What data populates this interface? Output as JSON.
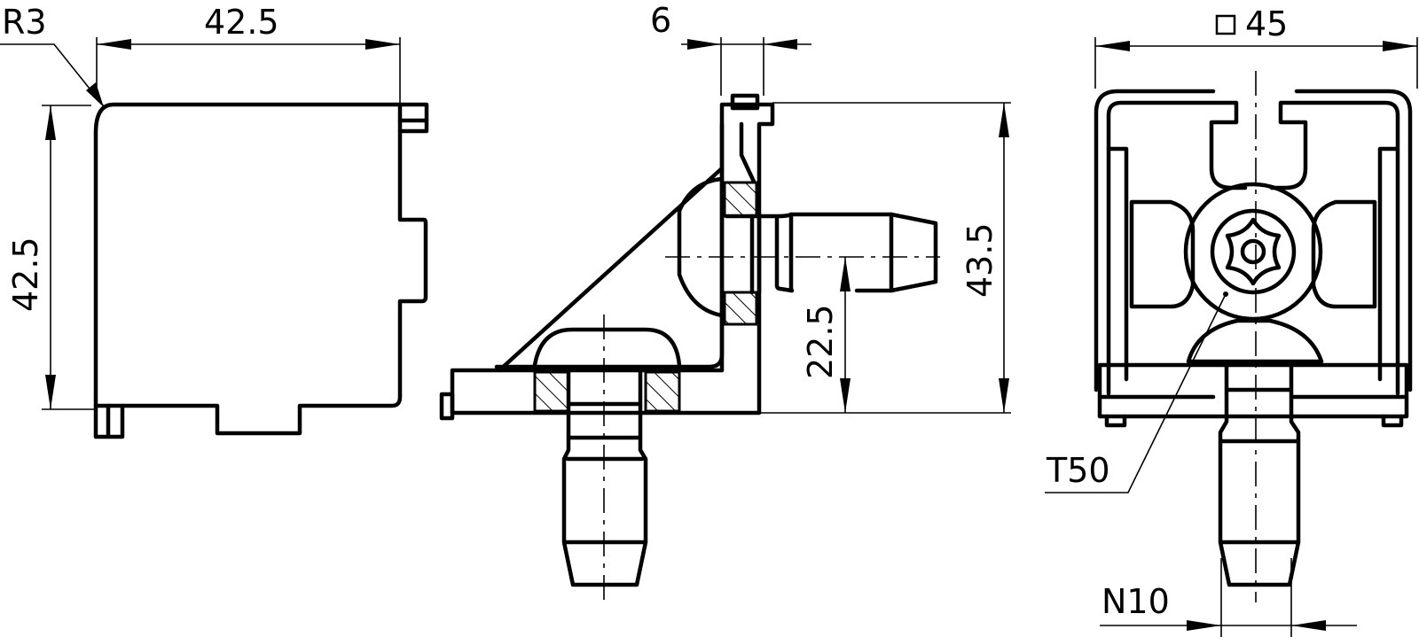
{
  "drawing": {
    "views": [
      {
        "id": "front",
        "label": "front-view"
      },
      {
        "id": "side",
        "label": "side-section-view"
      },
      {
        "id": "end",
        "label": "end-view"
      }
    ],
    "dimensions": {
      "radius": "R3",
      "front_width": "42.5",
      "front_height": "42.5",
      "flange_thickness": "6",
      "pin_height": "22.5",
      "side_height": "43.5",
      "profile_size_symbol": "□",
      "profile_size": "45",
      "drive": "T50",
      "slot": "N10"
    },
    "colors": {
      "line": "#000000",
      "background": "#ffffff"
    }
  }
}
